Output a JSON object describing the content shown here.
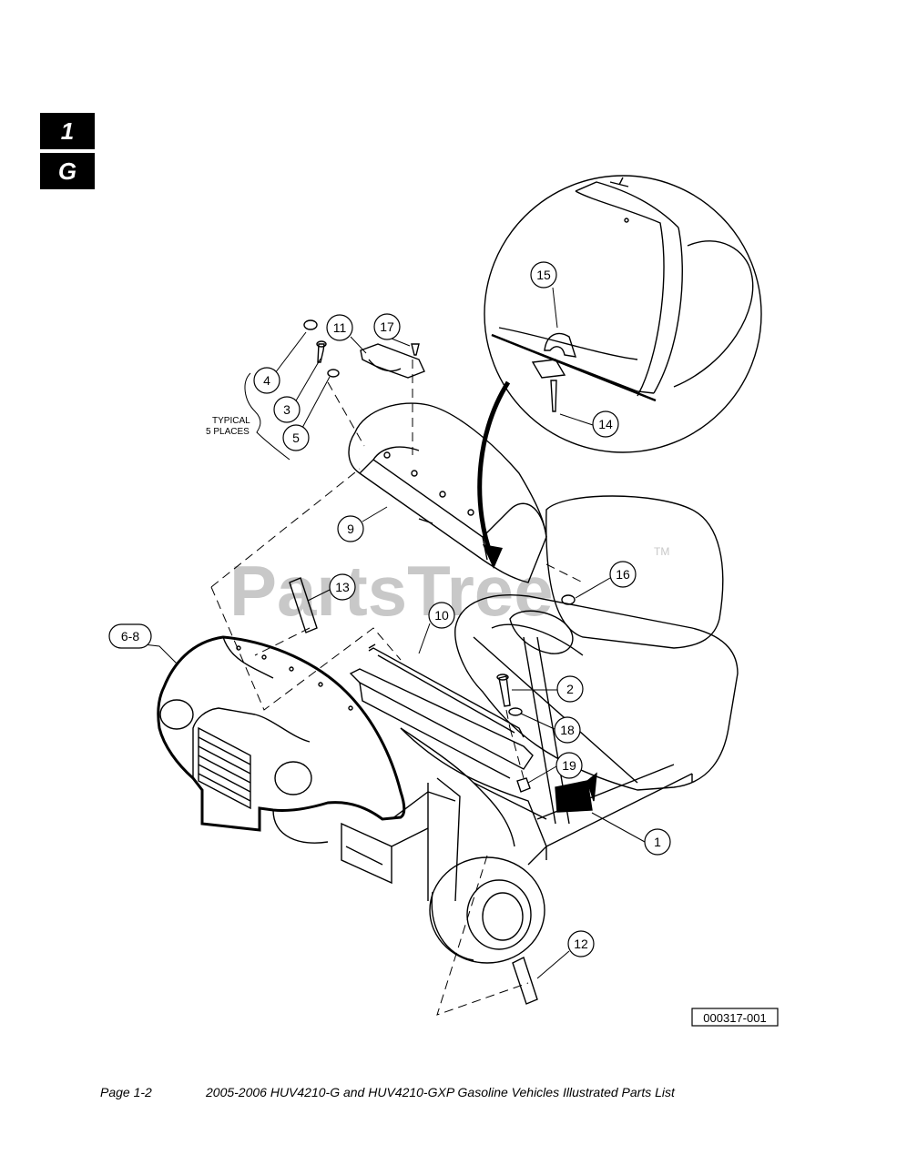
{
  "section_tab": {
    "number": "1",
    "letter": "G"
  },
  "watermark": {
    "text": "PartsTree",
    "tm": "TM"
  },
  "note": {
    "line1": "TYPICAL",
    "line2": "5 PLACES"
  },
  "callouts": {
    "c1": "1",
    "c2": "2",
    "c3": "3",
    "c4": "4",
    "c5": "5",
    "c6_8": "6-8",
    "c9": "9",
    "c10": "10",
    "c11": "11",
    "c12": "12",
    "c13": "13",
    "c14": "14",
    "c15": "15",
    "c16": "16",
    "c17": "17",
    "c18": "18",
    "c19": "19"
  },
  "figure_id": "000317-001",
  "footer": {
    "page": "Page 1-2",
    "title": "2005-2006 HUV4210-G and HUV4210-GXP Gasoline Vehicles Illustrated Parts List"
  },
  "colors": {
    "ink": "#000000",
    "watermark": "#c8c8c8",
    "fill": "#ffffff"
  }
}
